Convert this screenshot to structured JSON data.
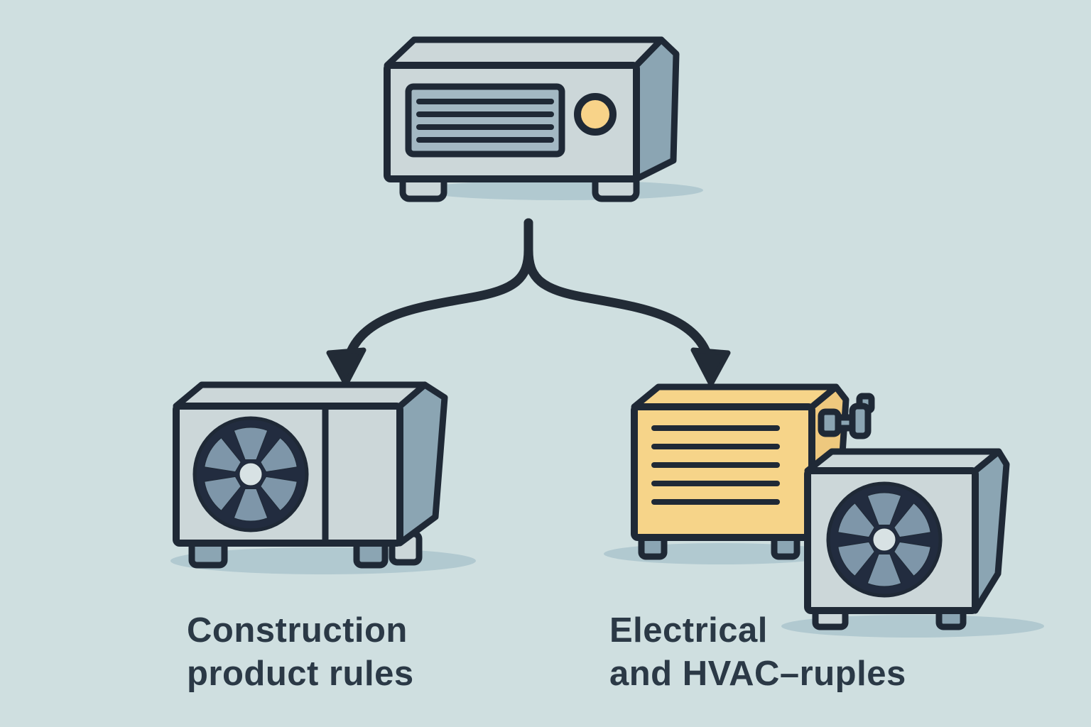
{
  "canvas": {
    "background_color": "#cfdfe0",
    "outline_color": "#1f2936",
    "text_color": "#2b3946"
  },
  "palette": {
    "unit_face_light": "#ccd7d9",
    "unit_face_side": "#8ba5b3",
    "grille_panel": "#a3b8c3",
    "fan_disc_dark": "#222c3f",
    "fan_blade": "#7e96a9",
    "fan_hub": "#d8e2e4",
    "accent_yellow": "#f6d489",
    "accent_yellow_side": "#eec87e",
    "shadow": "#a7c2cb"
  },
  "root_node": {
    "icon": "hvac-control-unit-icon",
    "knob_color": "#f8d389"
  },
  "connector": {
    "type": "branching-arrow",
    "direction": "down",
    "branch_count": 2
  },
  "branches": {
    "left": {
      "icon": "outdoor-condenser-icon",
      "label_line1": "Construction",
      "label_line2": "product rules"
    },
    "right": {
      "icons": [
        "radiator-heater-icon",
        "outdoor-condenser-icon"
      ],
      "label_line1": "Electrical",
      "label_line2": "and HVAC–ruples"
    }
  }
}
